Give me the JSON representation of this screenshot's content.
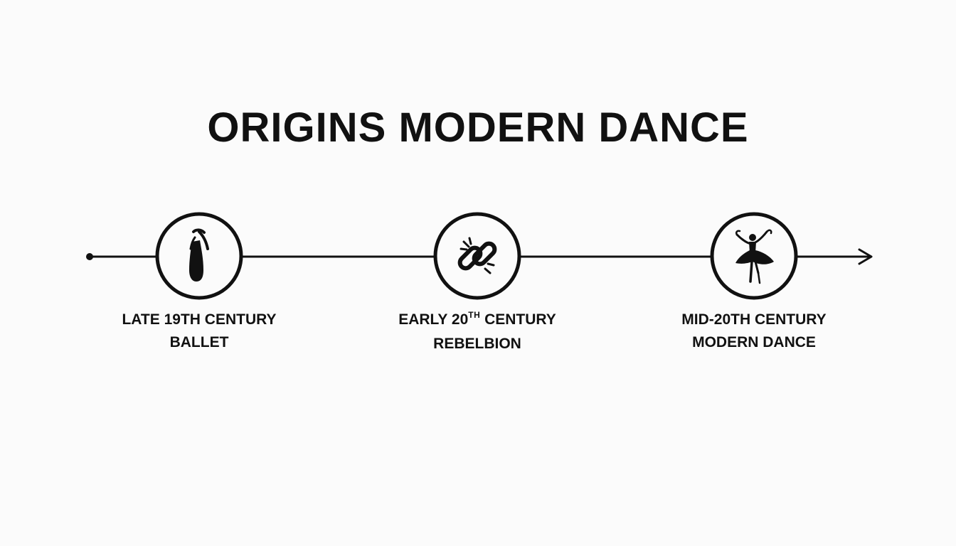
{
  "title": "ORIGINS MODERN DANCE",
  "milestones": [
    {
      "period": "LATE 19TH CENTURY",
      "label": "BALLET",
      "icon": "pointe-shoe-icon"
    },
    {
      "period_prefix": "EARLY 20",
      "period_ordinal": "TH",
      "period_suffix": " CENTURY",
      "label": "REBELBION",
      "icon": "broken-chain-icon"
    },
    {
      "period": "MID-20TH CENTURY",
      "label": "MODERN DANCE",
      "icon": "dancer-icon"
    }
  ],
  "colors": {
    "ink": "#111111",
    "background": "#fbfbfb"
  }
}
